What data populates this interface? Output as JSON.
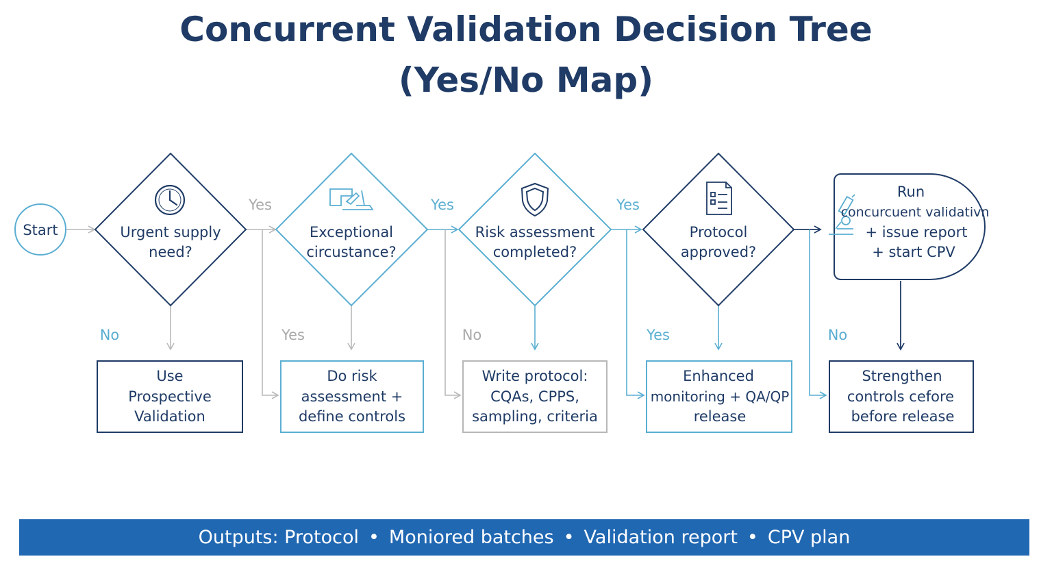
{
  "title": {
    "line1": "Concurrent Validation Decision Tree",
    "line2": "(Yes/No Map)"
  },
  "start": {
    "label": "Start"
  },
  "decisions": [
    {
      "line1": "Urgent supply",
      "line2": "need?",
      "icon": "clock-icon",
      "color": "#1f3b66"
    },
    {
      "line1": "Exceptional",
      "line2": "circustance?",
      "icon": "building-icon",
      "color": "#5aaed2"
    },
    {
      "line1": "Risk assessment",
      "line2": "completed?",
      "icon": "shield-icon",
      "color": "#5aaed2"
    },
    {
      "line1": "Protocol",
      "line2": "approved?",
      "icon": "document-icon",
      "color": "#1f3b66"
    }
  ],
  "final_step": {
    "line1": "Run",
    "line2": "concurcuent validativn",
    "line3": "+ issue report",
    "line4": "+ start CPV",
    "icon": "microscope-icon"
  },
  "top_edge_labels": [
    "Yes",
    "Yes",
    "Yes"
  ],
  "bottom_edge_labels": [
    "No",
    "Yes",
    "No",
    "Yes",
    "No"
  ],
  "outcomes": [
    {
      "line1": "Use",
      "line2": "Prospective",
      "line3": "Validation",
      "color": "#1f3b66"
    },
    {
      "line1": "Do risk",
      "line2": "assessment +",
      "line3": "define controls",
      "color": "#5aaed2"
    },
    {
      "line1": "Write protocol:",
      "line2": "CQAs, CPPS,",
      "line3": "sampling, criteria",
      "color": "#b7b7b7"
    },
    {
      "line1": "Enhanced",
      "line2": "monitoring + QA/QP",
      "line3": "release",
      "color": "#5aaed2"
    },
    {
      "line1": "Strengthen",
      "line2": "controls cefore",
      "line3": "before release",
      "color": "#1f3b66"
    }
  ],
  "footer": {
    "items": [
      "Outputs: Protocol",
      "Moniored batches",
      "Validation report",
      "CPV plan"
    ],
    "separator": "•"
  },
  "colors": {
    "navy": "#1f3b66",
    "light_blue": "#5aaed2",
    "footer_blue": "#2168b3",
    "label_blue": "#5aaed2",
    "label_gray": "#a9a9a9",
    "connector_gray": "#b9b9b9"
  }
}
